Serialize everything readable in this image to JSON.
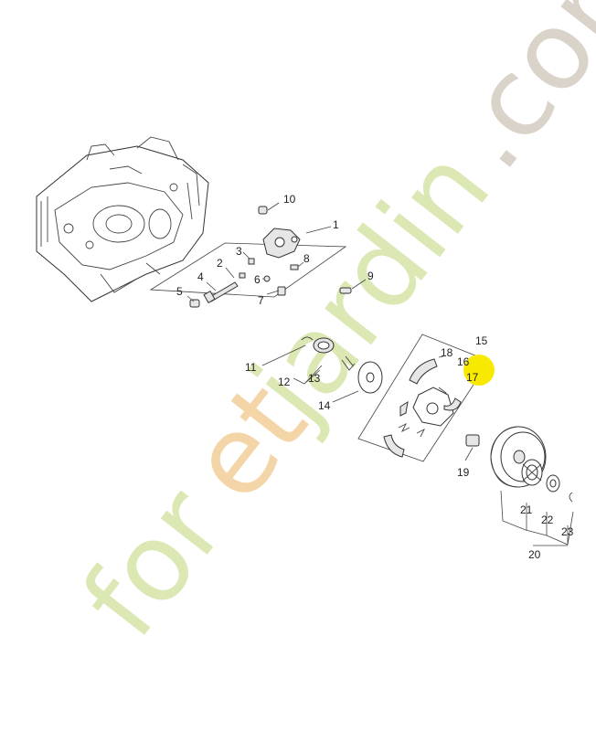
{
  "watermark": {
    "part1": "for",
    "part2": "e",
    "part3": "t",
    "part4": "jardin",
    "part5": ".com",
    "colors": {
      "green": "#dbe8b4",
      "orange": "#f4d5a8",
      "gray": "#d9d3c9"
    }
  },
  "highlight": {
    "color": "#f7ea00"
  },
  "labels": {
    "l1": "1",
    "l2": "2",
    "l3": "3",
    "l4": "4",
    "l5": "5",
    "l6": "6",
    "l7": "7",
    "l8": "8",
    "l9": "9",
    "l10": "10",
    "l11": "11",
    "l12": "12",
    "l13": "13",
    "l14": "14",
    "l15": "15",
    "l16": "16",
    "l17": "17",
    "l18": "18",
    "l19": "19",
    "l20": "20",
    "l21": "21",
    "l22": "22",
    "l23": "23"
  }
}
